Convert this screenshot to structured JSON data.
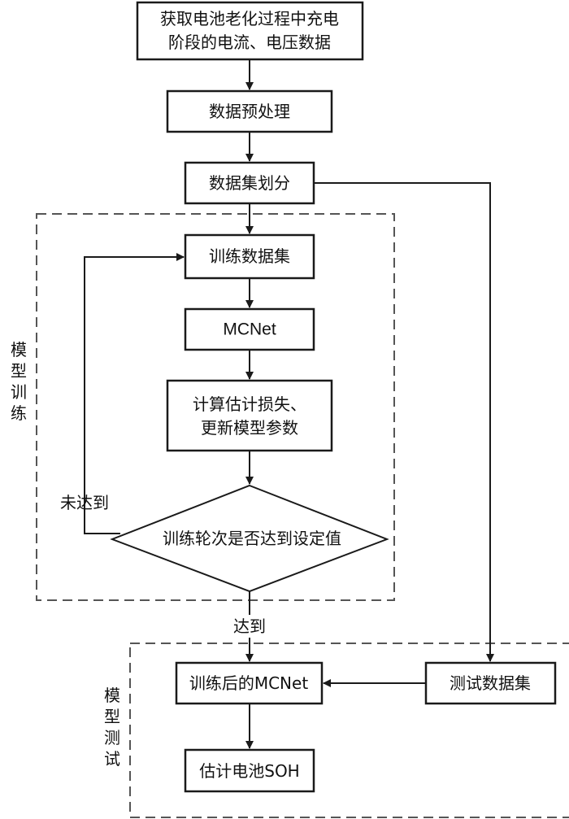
{
  "nodes": {
    "acquire": [
      "获取电池老化过程中充电",
      "阶段的电流、电压数据"
    ],
    "preprocess": "数据预处理",
    "split": "数据集划分",
    "train_set": "训练数据集",
    "model": "MCNet",
    "loss": [
      "计算估计损失、",
      "更新模型参数"
    ],
    "decision": "训练轮次是否达到设定值",
    "trained_model": "训练后的MCNet",
    "test_set": "测试数据集",
    "estimate": "估计电池SOH"
  },
  "edges": {
    "not_reached": "未达到",
    "reached": "达到"
  },
  "groups": {
    "training": [
      "模",
      "型",
      "训",
      "练"
    ],
    "testing": [
      "模",
      "型",
      "测",
      "试"
    ]
  }
}
